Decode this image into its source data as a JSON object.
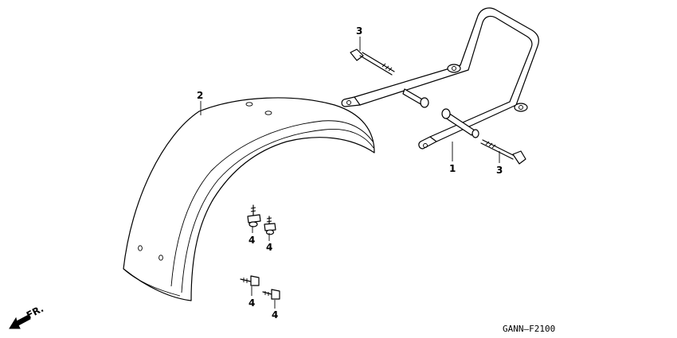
{
  "callouts": {
    "part1": "1",
    "part2": "2",
    "part3_top": "3",
    "part3_right": "3",
    "part4_a": "4",
    "part4_b": "4",
    "part4_c": "4",
    "part4_d": "4"
  },
  "front_marker": "FR.",
  "diagram_code": "GANN–F2100"
}
